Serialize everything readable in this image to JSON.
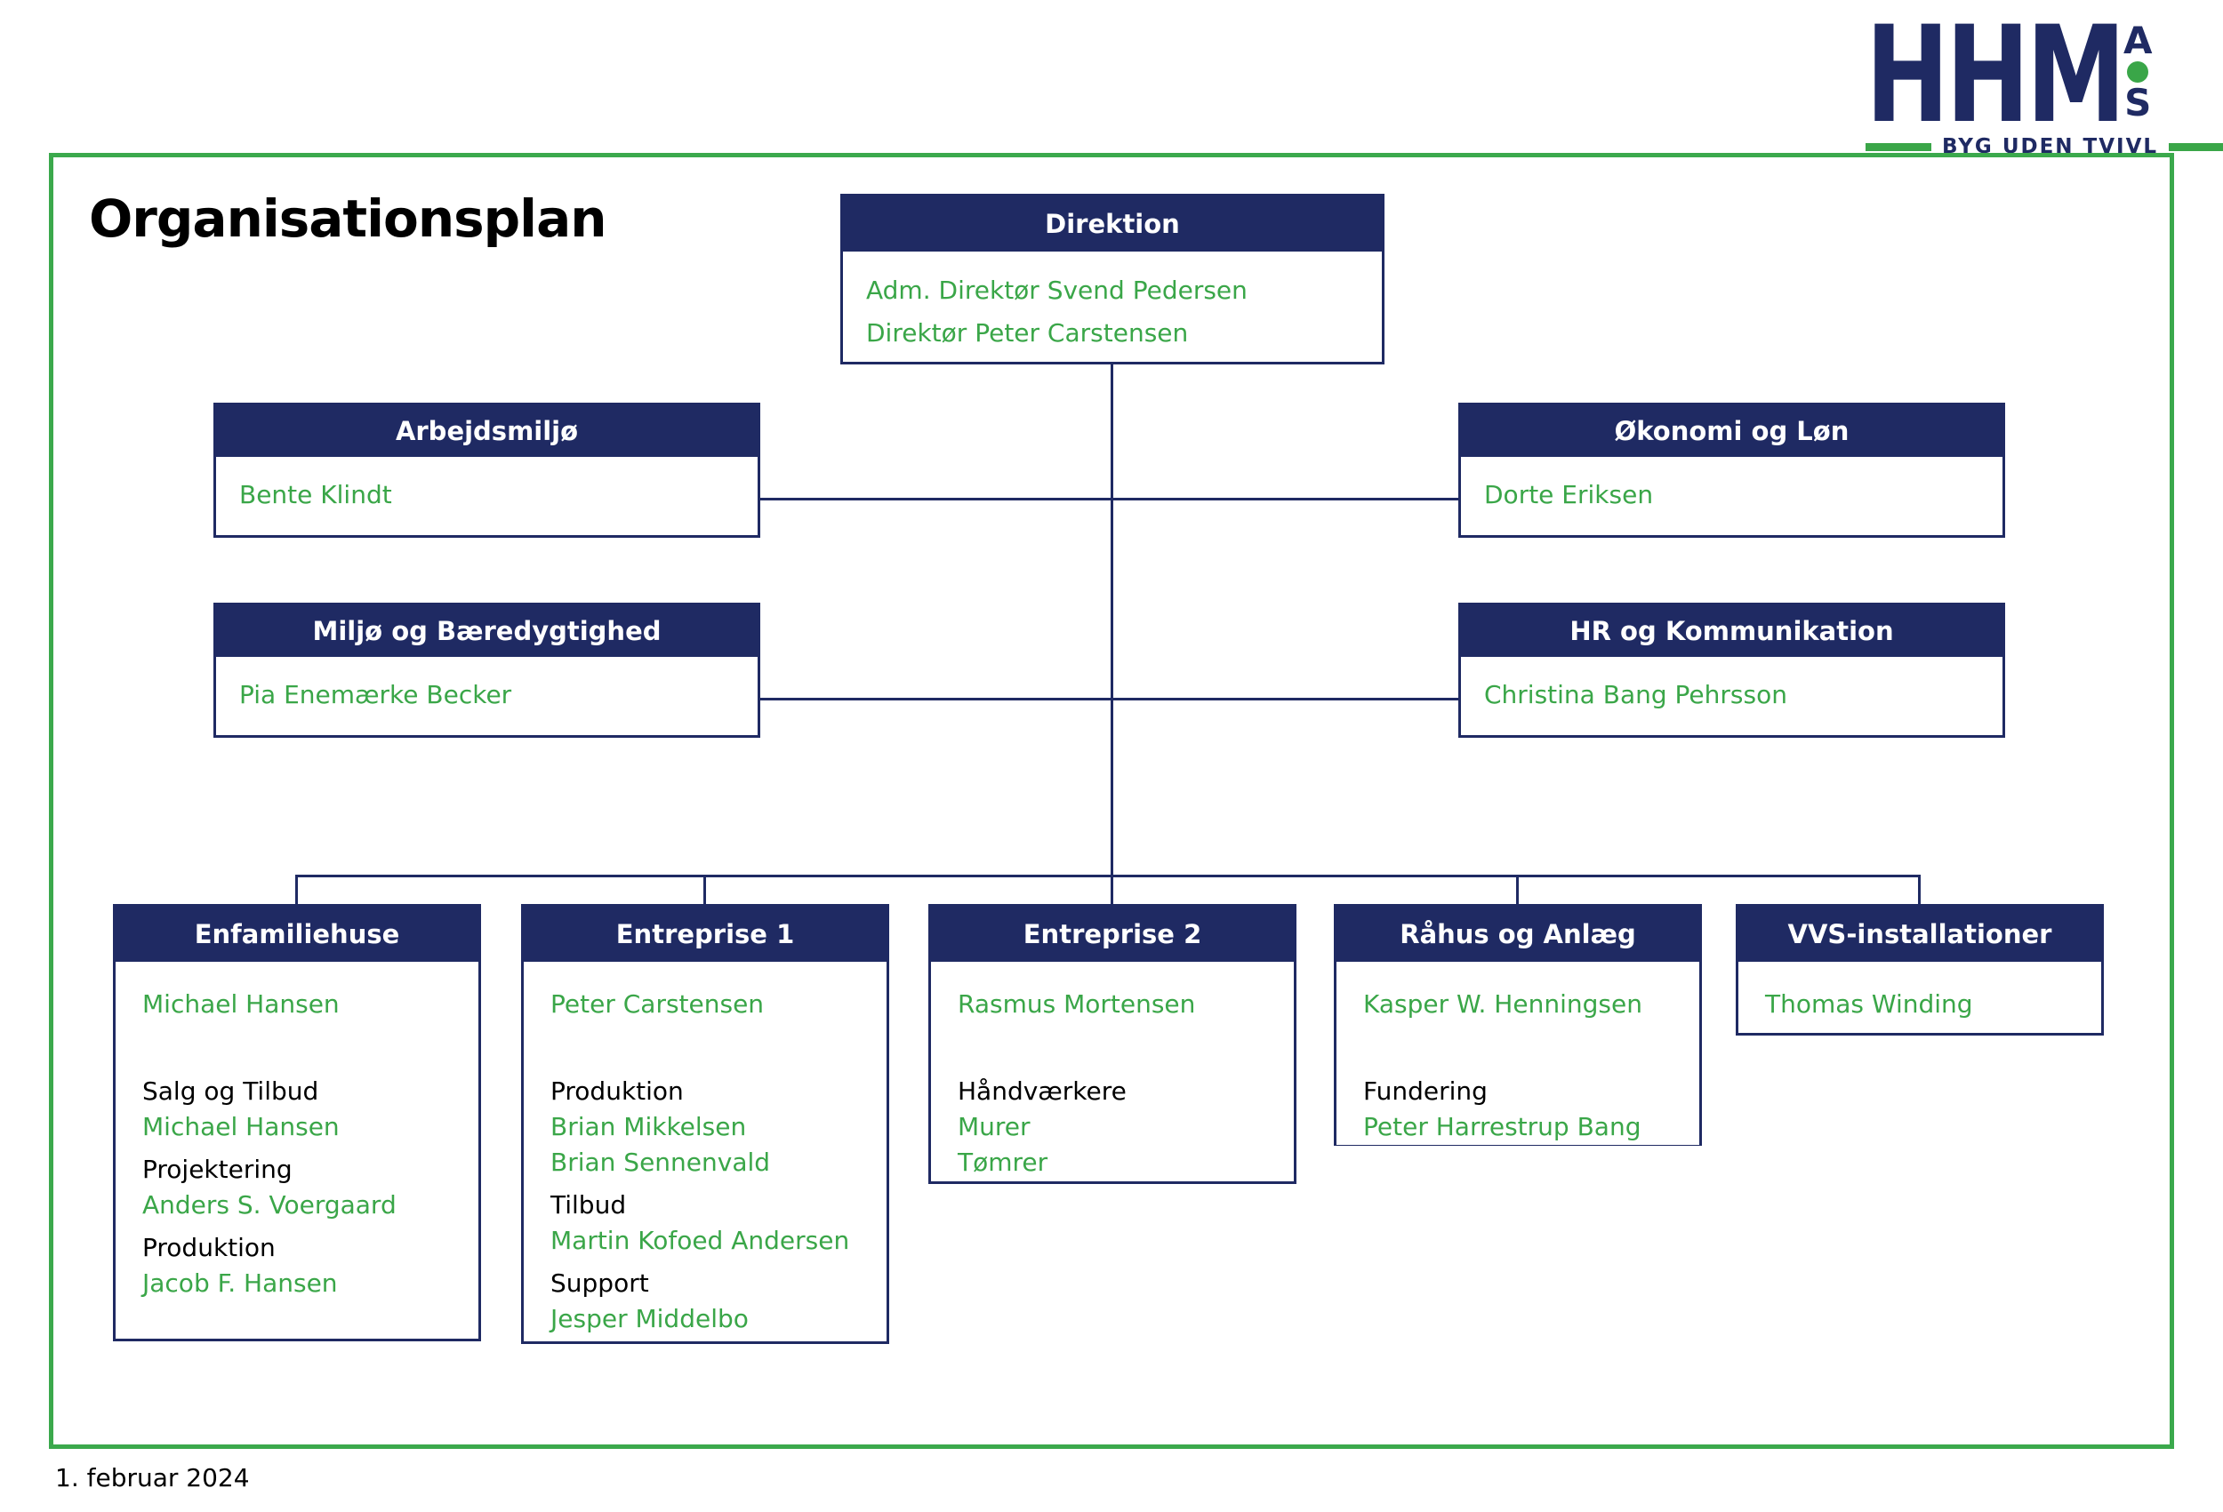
{
  "page": {
    "title": "Organisationsplan",
    "date": "1. februar 2024"
  },
  "logo": {
    "name": "HHM",
    "as_top": "A",
    "as_bottom": "S",
    "tagline": "BYG UDEN TVIVL"
  },
  "colors": {
    "navy": "#1F2A63",
    "green_text": "#3AA648",
    "frame_green": "#3BA94C"
  },
  "direktion": {
    "title": "Direktion",
    "members": [
      "Adm. Direktør Svend Pedersen",
      "Direktør Peter Carstensen"
    ]
  },
  "staff": [
    {
      "title": "Arbejdsmiljø",
      "person": "Bente Klindt"
    },
    {
      "title": "Økonomi og Løn",
      "person": "Dorte Eriksen"
    },
    {
      "title": "Miljø og Bæredygtighed",
      "person": "Pia Enemærke Becker"
    },
    {
      "title": "HR og Kommunikation",
      "person": "Christina Bang Pehrsson"
    }
  ],
  "departments": [
    {
      "title": "Enfamiliehuse",
      "leader": "Michael Hansen",
      "sections": [
        {
          "label": "Salg og Tilbud",
          "names": [
            "Michael Hansen"
          ]
        },
        {
          "label": "Projektering",
          "names": [
            "Anders S. Voergaard"
          ]
        },
        {
          "label": "Produktion",
          "names": [
            "Jacob F. Hansen"
          ]
        }
      ]
    },
    {
      "title": "Entreprise 1",
      "leader": "Peter Carstensen",
      "sections": [
        {
          "label": "Produktion",
          "names": [
            "Brian Mikkelsen",
            "Brian Sennenvald"
          ]
        },
        {
          "label": "Tilbud",
          "names": [
            "Martin Kofoed Andersen"
          ]
        },
        {
          "label": "Support",
          "names": [
            "Jesper Middelbo"
          ]
        }
      ]
    },
    {
      "title": "Entreprise 2",
      "leader": "Rasmus Mortensen",
      "sections": [
        {
          "label": "Håndværkere",
          "names": [
            "Murer",
            "Tømrer"
          ]
        }
      ]
    },
    {
      "title": "Råhus og Anlæg",
      "leader": "Kasper W. Henningsen",
      "sections": [
        {
          "label": "Fundering",
          "names": [
            "Peter Harrestrup Bang"
          ]
        }
      ]
    },
    {
      "title": "VVS-installationer",
      "leader": "Thomas Winding",
      "sections": []
    }
  ]
}
